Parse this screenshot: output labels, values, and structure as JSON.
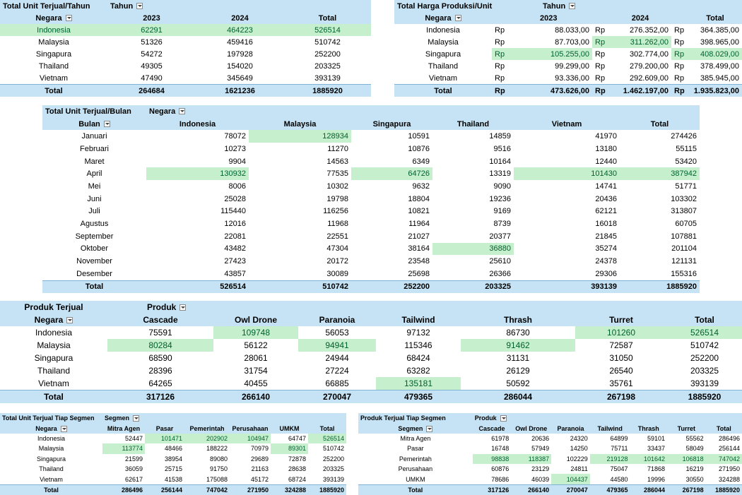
{
  "t1": {
    "title": "Total Unit Terjual/Tahun",
    "col_field": "Tahun",
    "row_field": "Negara",
    "years": [
      "2023",
      "2024"
    ],
    "total_label": "Total",
    "rows": [
      {
        "country": "Indonesia",
        "v2023": "62291",
        "v2024": "464223",
        "total": "526514"
      },
      {
        "country": "Malaysia",
        "v2023": "51326",
        "v2024": "459416",
        "total": "510742"
      },
      {
        "country": "Singapura",
        "v2023": "54272",
        "v2024": "197928",
        "total": "252200"
      },
      {
        "country": "Thailand",
        "v2023": "49305",
        "v2024": "154020",
        "total": "203325"
      },
      {
        "country": "Vietnam",
        "v2023": "47490",
        "v2024": "345649",
        "total": "393139"
      }
    ],
    "grand": {
      "label": "Total",
      "v2023": "264684",
      "v2024": "1621236",
      "total": "1885920"
    }
  },
  "t2": {
    "title": "Total Harga Produksi/Unit",
    "col_field": "Tahun",
    "row_field": "Negara",
    "years": [
      "2023",
      "2024"
    ],
    "total_label": "Total",
    "currency": "Rp",
    "rows": [
      {
        "country": "Indonesia",
        "v2023": "88.033,00",
        "v2024": "276.352,00",
        "total": "364.385,00"
      },
      {
        "country": "Malaysia",
        "v2023": "87.703,00",
        "v2024": "311.262,00",
        "total": "398.965,00"
      },
      {
        "country": "Singapura",
        "v2023": "105.255,00",
        "v2024": "302.774,00",
        "total": "408.029,00"
      },
      {
        "country": "Thailand",
        "v2023": "99.299,00",
        "v2024": "279.200,00",
        "total": "378.499,00"
      },
      {
        "country": "Vietnam",
        "v2023": "93.336,00",
        "v2024": "292.609,00",
        "total": "385.945,00"
      }
    ],
    "grand": {
      "label": "Total",
      "v2023": "473.626,00",
      "v2024": "1.462.197,00",
      "total": "1.935.823,00"
    }
  },
  "t3": {
    "title": "Total Unit Terjual/Bulan",
    "col_field": "Negara",
    "row_field": "Bulan",
    "columns": [
      "Indonesia",
      "Malaysia",
      "Singapura",
      "Thailand",
      "Vietnam",
      "Total"
    ],
    "rows": [
      {
        "label": "Januari",
        "values": [
          "78072",
          "128934",
          "10591",
          "14859",
          "41970",
          "274426"
        ]
      },
      {
        "label": "Februari",
        "values": [
          "10273",
          "11270",
          "10876",
          "9516",
          "13180",
          "55115"
        ]
      },
      {
        "label": "Maret",
        "values": [
          "9904",
          "14563",
          "6349",
          "10164",
          "12440",
          "53420"
        ]
      },
      {
        "label": "April",
        "values": [
          "130932",
          "77535",
          "64726",
          "13319",
          "101430",
          "387942"
        ]
      },
      {
        "label": "Mei",
        "values": [
          "8006",
          "10302",
          "9632",
          "9090",
          "14741",
          "51771"
        ]
      },
      {
        "label": "Juni",
        "values": [
          "25028",
          "19798",
          "18804",
          "19236",
          "20436",
          "103302"
        ]
      },
      {
        "label": "Juli",
        "values": [
          "115440",
          "116256",
          "10821",
          "9169",
          "62121",
          "313807"
        ]
      },
      {
        "label": "Agustus",
        "values": [
          "12016",
          "11968",
          "11964",
          "8739",
          "16018",
          "60705"
        ]
      },
      {
        "label": "September",
        "values": [
          "22081",
          "22551",
          "21027",
          "20377",
          "21845",
          "107881"
        ]
      },
      {
        "label": "Oktober",
        "values": [
          "43482",
          "47304",
          "38164",
          "36880",
          "35274",
          "201104"
        ]
      },
      {
        "label": "November",
        "values": [
          "27423",
          "20172",
          "23548",
          "25610",
          "24378",
          "121131"
        ]
      },
      {
        "label": "Desember",
        "values": [
          "43857",
          "30089",
          "25698",
          "26366",
          "29306",
          "155316"
        ]
      }
    ],
    "grand": {
      "label": "Total",
      "values": [
        "526514",
        "510742",
        "252200",
        "203325",
        "393139",
        "1885920"
      ]
    }
  },
  "t4": {
    "title": "Produk Terjual",
    "col_field": "Produk",
    "row_field": "Negara",
    "columns": [
      "Cascade",
      "Owl Drone",
      "Paranoia",
      "Tailwind",
      "Thrash",
      "Turret",
      "Total"
    ],
    "rows": [
      {
        "label": "Indonesia",
        "values": [
          "75591",
          "109748",
          "56053",
          "97132",
          "86730",
          "101260",
          "526514"
        ]
      },
      {
        "label": "Malaysia",
        "values": [
          "80284",
          "56122",
          "94941",
          "115346",
          "91462",
          "72587",
          "510742"
        ]
      },
      {
        "label": "Singapura",
        "values": [
          "68590",
          "28061",
          "24944",
          "68424",
          "31131",
          "31050",
          "252200"
        ]
      },
      {
        "label": "Thailand",
        "values": [
          "28396",
          "31754",
          "27224",
          "63282",
          "26129",
          "26540",
          "203325"
        ]
      },
      {
        "label": "Vietnam",
        "values": [
          "64265",
          "40455",
          "66885",
          "135181",
          "50592",
          "35761",
          "393139"
        ]
      }
    ],
    "grand": {
      "label": "Total",
      "values": [
        "317126",
        "266140",
        "270047",
        "479365",
        "286044",
        "267198",
        "1885920"
      ]
    }
  },
  "t5": {
    "title": "Total Unit Terjual Tiap Segmen",
    "col_field": "Segmen",
    "row_field": "Negara",
    "columns": [
      "Mitra Agen",
      "Pasar",
      "Pemerintah",
      "Perusahaan",
      "UMKM",
      "Total"
    ],
    "rows": [
      {
        "label": "Indonesia",
        "values": [
          "52447",
          "101471",
          "202902",
          "104947",
          "64747",
          "526514"
        ]
      },
      {
        "label": "Malaysia",
        "values": [
          "113774",
          "48466",
          "188222",
          "70979",
          "89301",
          "510742"
        ]
      },
      {
        "label": "Singapura",
        "values": [
          "21599",
          "38954",
          "89080",
          "29689",
          "72878",
          "252200"
        ]
      },
      {
        "label": "Thailand",
        "values": [
          "36059",
          "25715",
          "91750",
          "21163",
          "28638",
          "203325"
        ]
      },
      {
        "label": "Vietnam",
        "values": [
          "62617",
          "41538",
          "175088",
          "45172",
          "68724",
          "393139"
        ]
      }
    ],
    "grand": {
      "label": "Total",
      "values": [
        "286496",
        "256144",
        "747042",
        "271950",
        "324288",
        "1885920"
      ]
    }
  },
  "t6": {
    "title": "Produk Terjual Tiap Segmen",
    "col_field": "Produk",
    "row_field": "Segmen",
    "columns": [
      "Cascade",
      "Owl Drone",
      "Paranoia",
      "Tailwind",
      "Thrash",
      "Turret",
      "Total"
    ],
    "rows": [
      {
        "label": "Mitra Agen",
        "values": [
          "61978",
          "20636",
          "24320",
          "64899",
          "59101",
          "55562",
          "286496"
        ]
      },
      {
        "label": "Pasar",
        "values": [
          "16748",
          "57949",
          "14250",
          "75711",
          "33437",
          "58049",
          "256144"
        ]
      },
      {
        "label": "Pemerintah",
        "values": [
          "98838",
          "118387",
          "102229",
          "219128",
          "101642",
          "106818",
          "747042"
        ]
      },
      {
        "label": "Perusahaan",
        "values": [
          "60876",
          "23129",
          "24811",
          "75047",
          "71868",
          "16219",
          "271950"
        ]
      },
      {
        "label": "UMKM",
        "values": [
          "78686",
          "46039",
          "104437",
          "44580",
          "19996",
          "30550",
          "324288"
        ]
      }
    ],
    "grand": {
      "label": "Total",
      "values": [
        "317126",
        "266140",
        "270047",
        "479365",
        "286044",
        "267198",
        "1885920"
      ]
    }
  },
  "colors": {
    "header": "#c5e3f4",
    "highlight": "#c6efce",
    "highlight_text": "#00612e"
  }
}
